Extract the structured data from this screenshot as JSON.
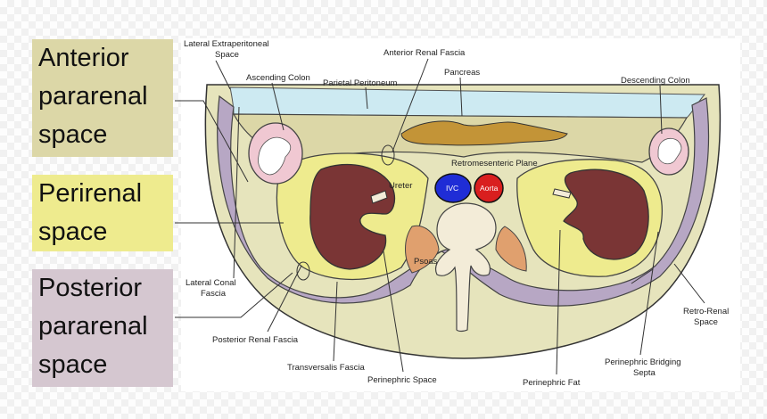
{
  "legend": [
    {
      "lines": [
        "Anterior",
        "pararenal",
        "space"
      ],
      "color": "#dcd7a7"
    },
    {
      "lines": [
        "Perirenal",
        "space"
      ],
      "color": "#eeeb8e"
    },
    {
      "lines": [
        "Posterior",
        "pararenal",
        "space"
      ],
      "color": "#d5c7d0"
    }
  ],
  "labels": {
    "lateral_extraperitoneal": [
      "Lateral Extraperitoneal",
      "Space"
    ],
    "anterior_renal_fascia": "Anterior Renal Fascia",
    "ascending_colon": "Ascending Colon",
    "parietal_peritoneum": "Parietal Peritoneum",
    "pancreas": "Pancreas",
    "descending_colon": "Descending Colon",
    "retromesenteric_plane": "Retromesenteric Plane",
    "ureter": "Ureter",
    "ivc": "IVC",
    "aorta": "Aorta",
    "psoas": "Psoas",
    "lateral_conal_fascia": [
      "Lateral Conal",
      "Fascia"
    ],
    "posterior_renal_fascia": "Posterior Renal Fascia",
    "transversalis_fascia": "Transversalis Fascia",
    "perinephric_space": "Perinephric Space",
    "perinephric_fat": "Perinephric Fat",
    "perinephric_bridging_septa": [
      "Perinephric Bridging",
      "Septa"
    ],
    "retro_renal_space": [
      "Retro-Renal",
      "Space"
    ]
  },
  "colors": {
    "outer_fat": "#e6e4bc",
    "anterior_pararenal": "#dcd7a7",
    "perirenal": "#eeeb8e",
    "posterior_pararenal": "#b7a7c4",
    "kidney": "#7a3535",
    "pancreas": "#c39437",
    "ivc": "#1f2dd6",
    "aorta": "#d91f1f",
    "psoas": "#e0a06e",
    "peritoneal_cavity": "#cdeaf2",
    "vertebra": "#f3ecd8"
  }
}
